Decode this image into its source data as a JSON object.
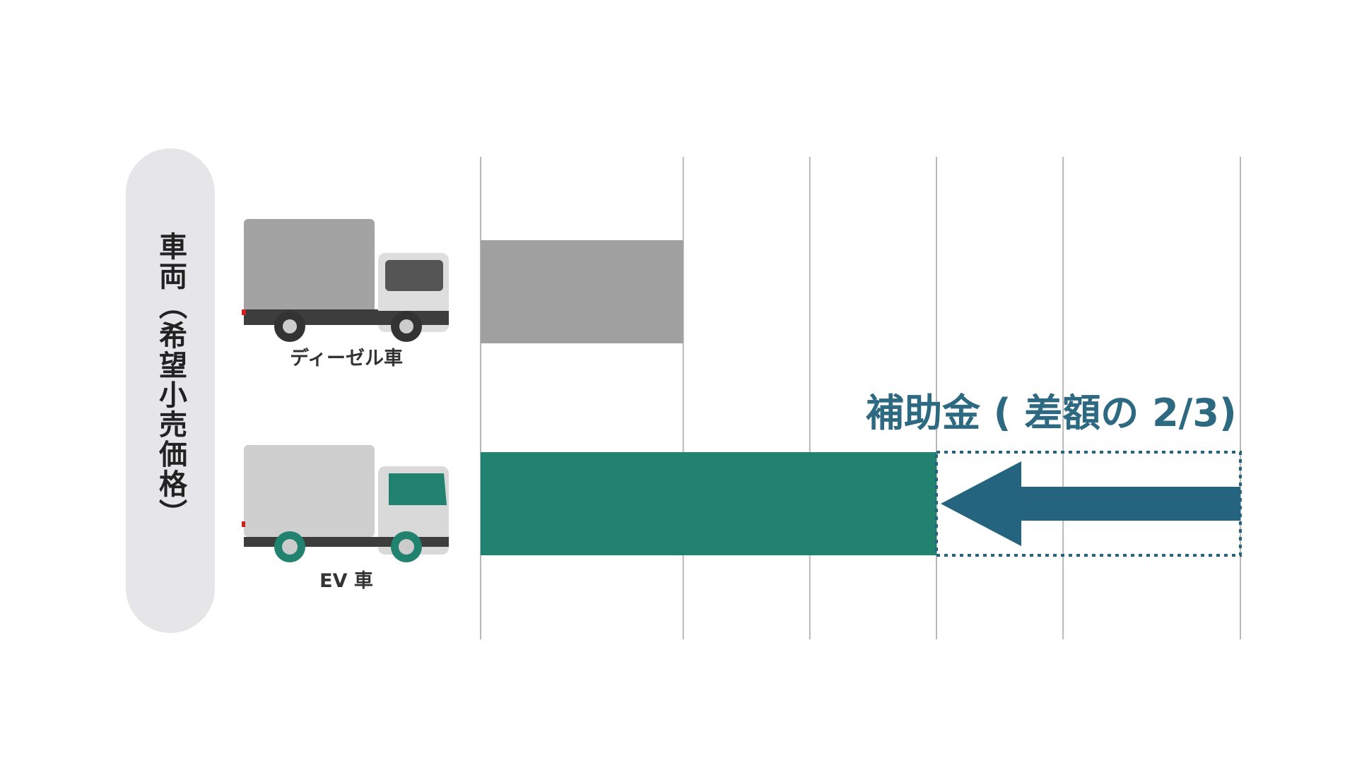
{
  "y_axis_label": "車両（希望小売価格）",
  "vehicles": [
    {
      "label": "ディーゼル車",
      "icon": "diesel-truck-icon",
      "bar_value": 2,
      "bar_color": "#a0a0a0"
    },
    {
      "label": "EV 車",
      "icon": "ev-truck-icon",
      "bar_value": 4.5,
      "bar_color": "#21826f"
    }
  ],
  "subsidy": {
    "label": "補助金 ( 差額の 2/3)",
    "color": "#24647e",
    "from_value": 4.5,
    "to_value": 7.5
  },
  "gridline_values": [
    0,
    2,
    3.25,
    4.5,
    5.75,
    7.5
  ],
  "colors": {
    "diesel_body": "#a3a3a3",
    "ev_body": "#cfcfcf",
    "ev_accent": "#21826f",
    "grid": "#b8b8b8"
  }
}
